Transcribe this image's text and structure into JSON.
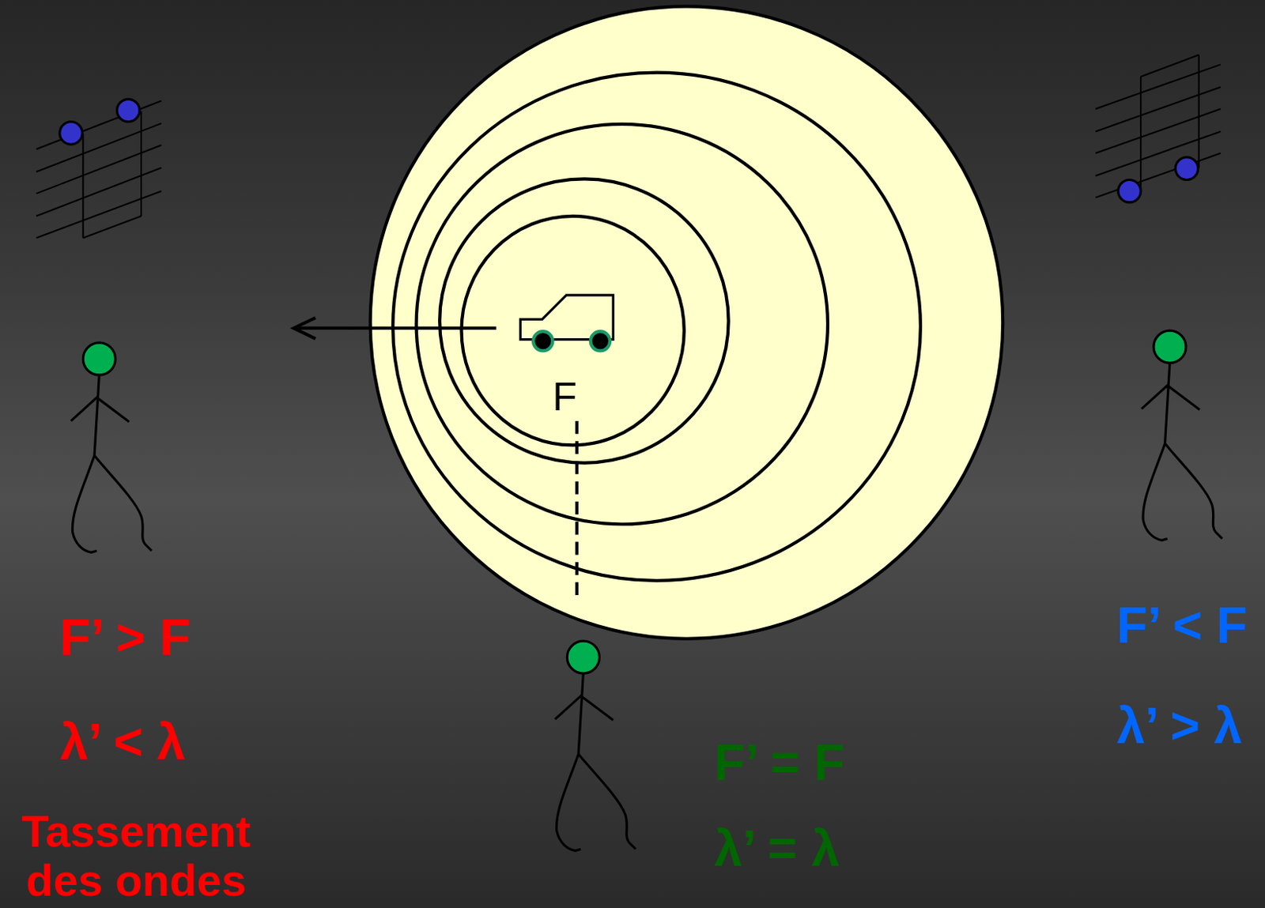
{
  "diagram": {
    "labels": [
      "F",
      "F’ > F",
      "λ’ < λ",
      "Tassement des ondes",
      "F’ = F",
      "λ’ = λ",
      "F’ < F",
      "λ’ > λ"
    ]
  }
}
